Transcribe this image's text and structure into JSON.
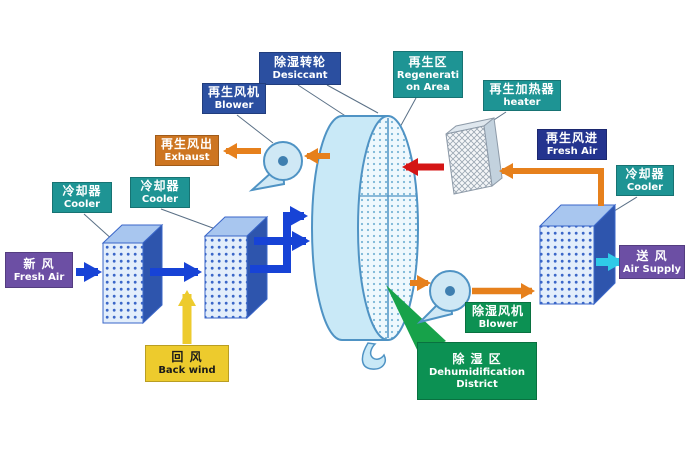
{
  "labels": {
    "desiccant": {
      "zh": "除湿转轮",
      "en": "Desiccant"
    },
    "regen_area": {
      "zh": "再生区",
      "en": "Regenerati",
      "en2": "on Area"
    },
    "regen_blower": {
      "zh": "再生风机",
      "en": "Blower"
    },
    "regen_heater": {
      "zh": "再生加热器",
      "en": "heater"
    },
    "exhaust": {
      "zh": "再生风出",
      "en": "Exhaust"
    },
    "regen_fresh_air": {
      "zh": "再生风进",
      "en": "Fresh Air"
    },
    "cooler_right": {
      "zh": "冷却器",
      "en": "Cooler"
    },
    "cooler_mid": {
      "zh": "冷却器",
      "en": "Cooler"
    },
    "cooler_left": {
      "zh": "冷却器",
      "en": "Cooler"
    },
    "fresh_air": {
      "zh": "新 风",
      "en": "Fresh Air"
    },
    "air_supply": {
      "zh": "送 风",
      "en": "Air Supply"
    },
    "dehumid_blower": {
      "zh": "除湿风机",
      "en": "Blower"
    },
    "dehumid_district": {
      "zh": "除 湿 区",
      "en": "Dehumidification",
      "en2": "District"
    },
    "back_wind": {
      "zh": "回 风",
      "en": "Back wind"
    }
  },
  "colors": {
    "blue_label": "#2b4fa0",
    "teal_label": "#1e9494",
    "orange_label": "#cd7521",
    "navy_label": "#24348f",
    "purple_label": "#6c4fa4",
    "green_label": "#0c9153",
    "yellow_label": "#edcb2d",
    "arrow_blue": "#1743d6",
    "arrow_orange": "#e6801c",
    "arrow_red": "#d41515",
    "arrow_cyan": "#2fcbe8",
    "arrow_yellow": "#edcb2d",
    "pointer_green": "#17a24a"
  }
}
